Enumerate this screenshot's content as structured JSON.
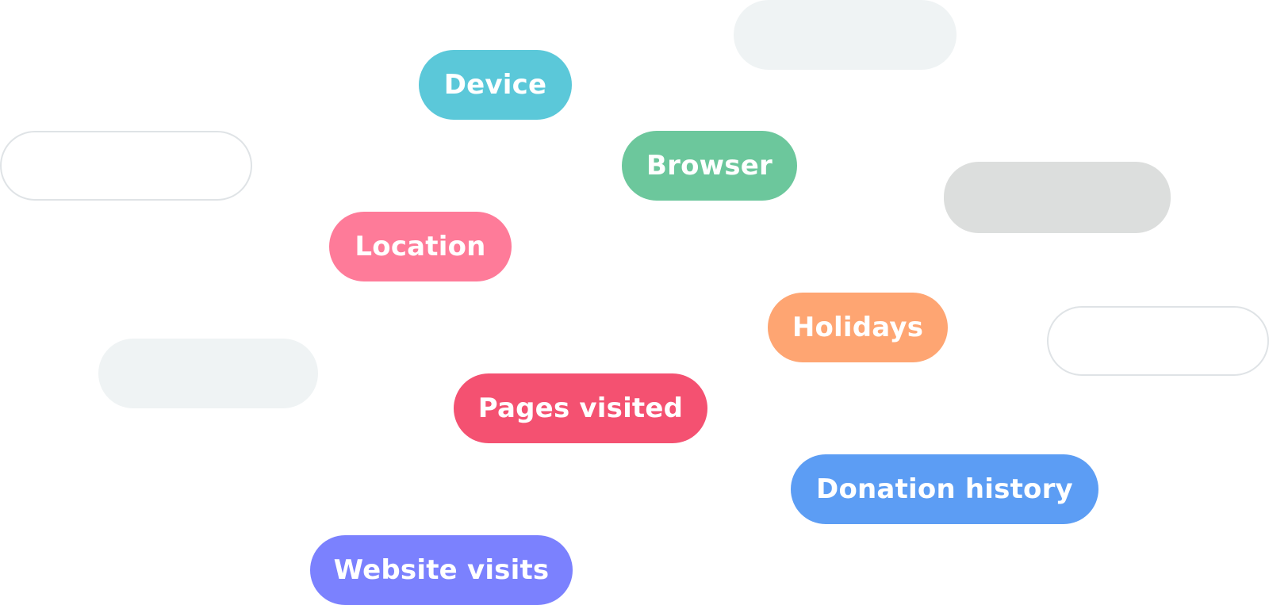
{
  "tags": [
    {
      "id": "device",
      "label": "Device",
      "color": "#5bc8d9"
    },
    {
      "id": "browser",
      "label": "Browser",
      "color": "#6cc79c"
    },
    {
      "id": "location",
      "label": "Location",
      "color": "#fe7b99"
    },
    {
      "id": "holidays",
      "label": "Holidays",
      "color": "#fea572"
    },
    {
      "id": "pages",
      "label": "Pages visited",
      "color": "#f45171"
    },
    {
      "id": "donation",
      "label": "Donation history",
      "color": "#5c9df4"
    },
    {
      "id": "website",
      "label": "Website visits",
      "color": "#7b81fe"
    }
  ],
  "ghost_pills": [
    {
      "style": "fill-light"
    },
    {
      "style": "outline"
    },
    {
      "style": "fill-gray"
    },
    {
      "style": "outline"
    },
    {
      "style": "fill-light"
    }
  ]
}
